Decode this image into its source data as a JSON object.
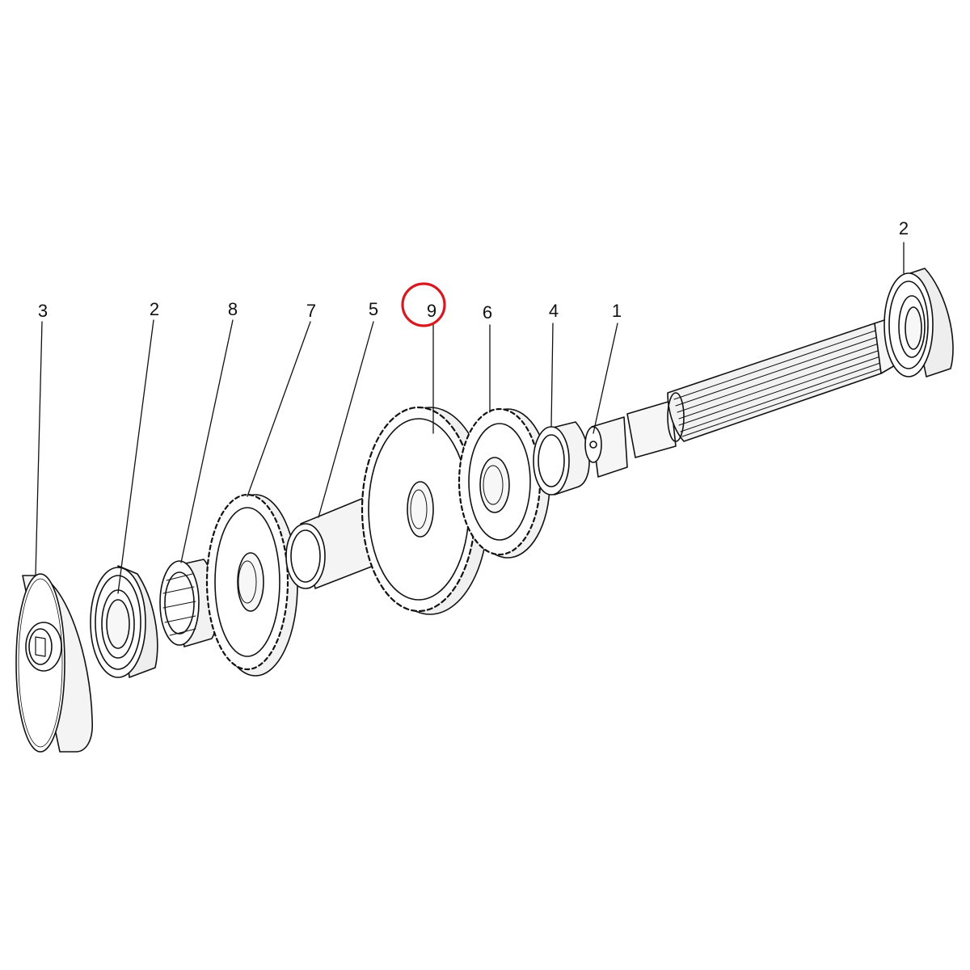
{
  "diagram": {
    "callouts": [
      {
        "id": "3",
        "text": "3"
      },
      {
        "id": "2a",
        "text": "2"
      },
      {
        "id": "8",
        "text": "8"
      },
      {
        "id": "7",
        "text": "7"
      },
      {
        "id": "5",
        "text": "5"
      },
      {
        "id": "9",
        "text": "9",
        "highlighted": true
      },
      {
        "id": "6",
        "text": "6"
      },
      {
        "id": "4",
        "text": "4"
      },
      {
        "id": "1",
        "text": "1"
      },
      {
        "id": "2b",
        "text": "2"
      }
    ],
    "highlight_color": "#d71920",
    "line_color": "#111111"
  }
}
